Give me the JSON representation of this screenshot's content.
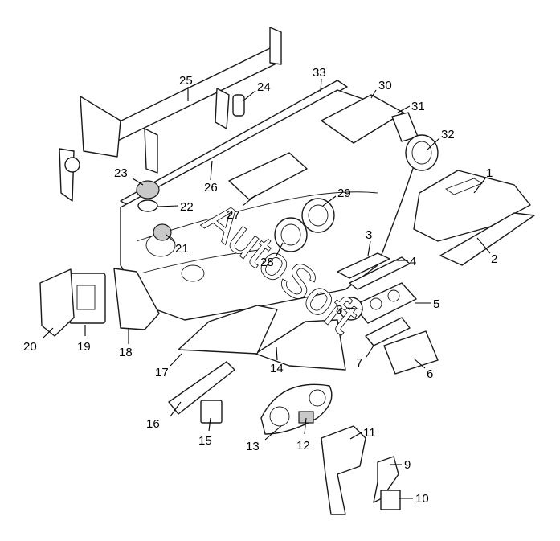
{
  "diagram": {
    "watermark": "AutoSoft",
    "callouts": [
      "1",
      "2",
      "3",
      "4",
      "5",
      "6",
      "7",
      "8",
      "9",
      "10",
      "11",
      "12",
      "13",
      "14",
      "15",
      "16",
      "17",
      "18",
      "19",
      "20",
      "21",
      "22",
      "23",
      "24",
      "25",
      "26",
      "27",
      "28",
      "29",
      "30",
      "31",
      "32",
      "33"
    ]
  }
}
